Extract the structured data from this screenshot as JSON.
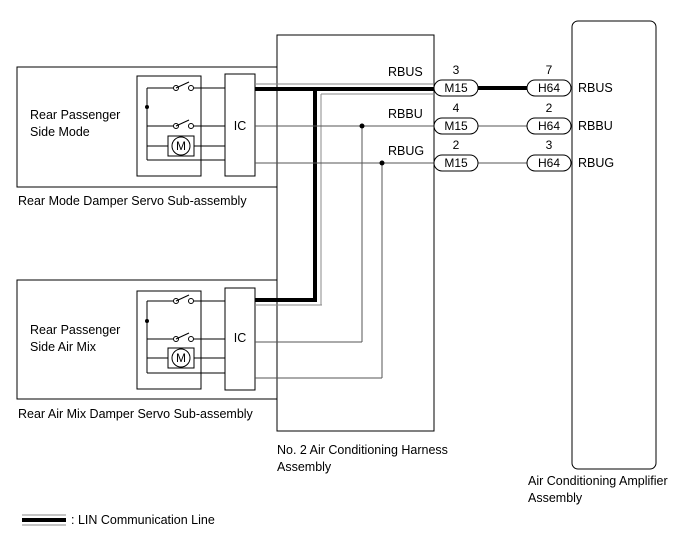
{
  "components": {
    "rear_mode_servo": {
      "inner_label_line1": "Rear Passenger",
      "inner_label_line2": "Side Mode",
      "ic_label": "IC",
      "caption": "Rear Mode Damper Servo Sub-assembly"
    },
    "rear_airmix_servo": {
      "inner_label_line1": "Rear Passenger",
      "inner_label_line2": "Side Air Mix",
      "ic_label": "IC",
      "caption": "Rear Air Mix Damper Servo Sub-assembly"
    },
    "harness": {
      "caption_line1": "No. 2 Air Conditioning Harness",
      "caption_line2": "Assembly"
    },
    "amplifier": {
      "caption_line1": "Air Conditioning Amplifier",
      "caption_line2": "Assembly"
    }
  },
  "signals": [
    {
      "name": "RBUS",
      "m15_pin": "3",
      "m15_label": "M15",
      "h64_pin": "7",
      "h64_label": "H64",
      "amp_label": "RBUS"
    },
    {
      "name": "RBBU",
      "m15_pin": "4",
      "m15_label": "M15",
      "h64_pin": "2",
      "h64_label": "H64",
      "amp_label": "RBBU"
    },
    {
      "name": "RBUG",
      "m15_pin": "2",
      "m15_label": "M15",
      "h64_pin": "3",
      "h64_label": "H64",
      "amp_label": "RBUG"
    }
  ],
  "motor_symbol": "M",
  "legend": {
    "text": ": LIN Communication Line"
  }
}
